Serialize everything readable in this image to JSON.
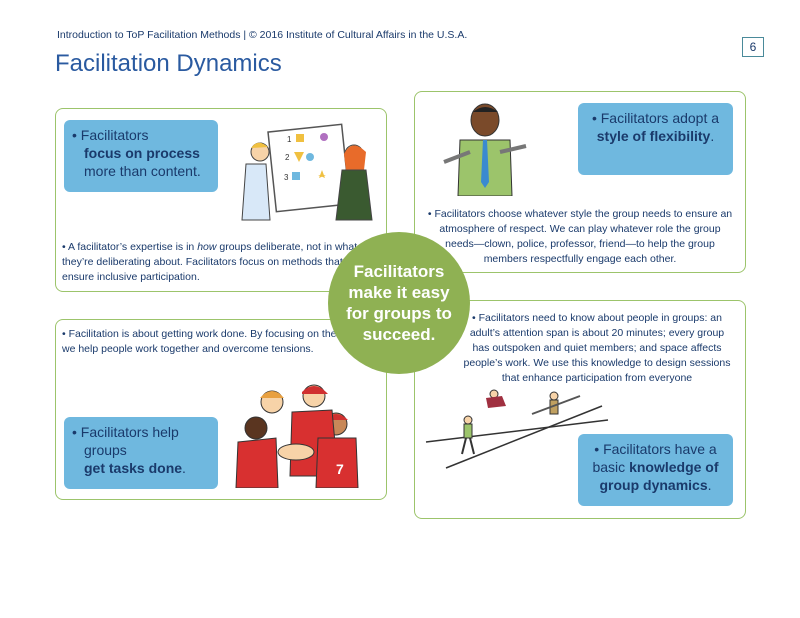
{
  "header": {
    "line": "Introduction to ToP Facilitation Methods   |   © 2016 Institute of Cultural Affairs in the U.S.A.",
    "page_number": "6"
  },
  "title": "Facilitation Dynamics",
  "center": {
    "text": "Facilitators make it easy for groups to succeed."
  },
  "top_left": {
    "callout": {
      "bullet": "• Facilitators",
      "bold": "focus on process",
      "rest": "more than content."
    },
    "body": {
      "pre": "• A facilitator’s expertise is in ",
      "em": "how",
      "post": " groups deliberate, not in what they’re deliberating about. Facilitators focus on methods that ensure inclusive participation."
    }
  },
  "top_right": {
    "callout": {
      "pre": "• Facilitators adopt a",
      "bold": "style of flexibility",
      "post": "."
    },
    "body": "• Facilitators choose whatever style the group needs to ensure an atmosphere of respect. We can play whatever role the group needs—clown, police, professor, friend—to help the group members respectfully engage each other."
  },
  "bottom_left": {
    "body": "• Facilitation is about getting work done. By focusing on the task, we help people work together and overcome tensions.",
    "callout": {
      "pre": "• Facilitators help",
      "mid": "groups",
      "bold": "get tasks done",
      "post": "."
    }
  },
  "bottom_right": {
    "body": "• Facilitators need to know about people in groups: an adult’s attention span is about 20 minutes; every group has outspoken and quiet members; and space affects people’s work. We use this knowledge to design sessions that enhance participation from everyone",
    "callout": {
      "pre": "• Facilitators have a",
      "mid": "basic",
      "bold1": "knowledge of",
      "bold2": "group dynamics",
      "post": "."
    }
  },
  "illustration_labels": {
    "chart_nums": [
      "1",
      "2",
      "3"
    ],
    "jersey_number": "7"
  },
  "colors": {
    "panel_border": "#9cc46b",
    "callout_bg": "#6fb8df",
    "circle": "#8fb153",
    "text": "#1a3a6b"
  }
}
